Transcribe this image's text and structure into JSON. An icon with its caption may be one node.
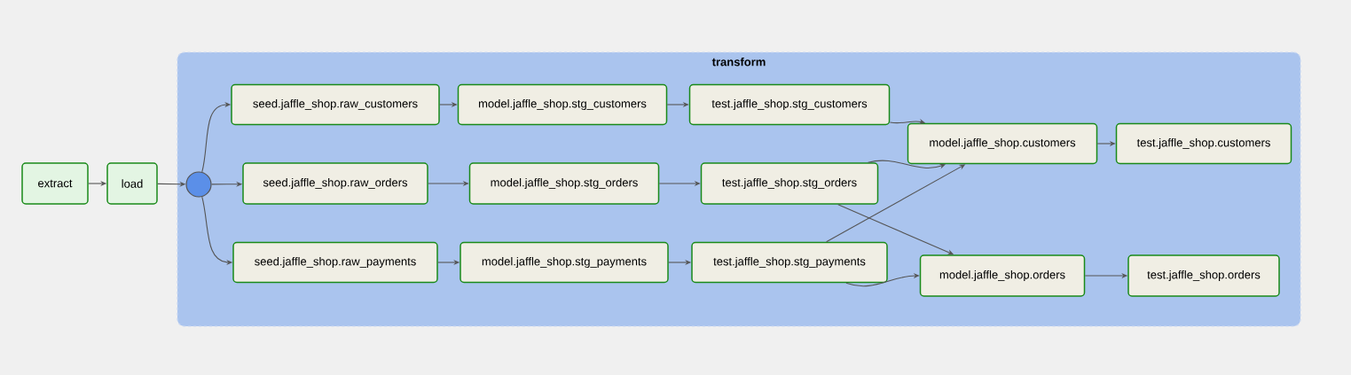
{
  "diagram": {
    "nodes": [
      {
        "text": [
          "extract"
        ]
      },
      {
        "text": [
          "load"
        ]
      },
      {
        "text": [
          "transform"
        ]
      },
      {
        "text": [],
        "shape": "circle",
        "in": 2
      },
      {
        "text": [
          "seed.jaffle_shop.raw_customers"
        ],
        "in": 2
      },
      {
        "text": [
          "model.jaffle_shop.stg_customers"
        ],
        "in": 2
      },
      {
        "text": [
          "test.jaffle_shop.stg_customers"
        ],
        "in": 2
      },
      {
        "text": [
          "model.jaffle_shop.customers"
        ],
        "in": 2
      },
      {
        "text": [
          "test.jaffle_shop.customers"
        ],
        "in": 2
      },
      {
        "text": [
          "seed.jaffle_shop.raw_orders"
        ],
        "in": 2
      },
      {
        "text": [
          "model.jaffle_shop.stg_orders"
        ],
        "in": 2
      },
      {
        "text": [
          "test.jaffle_shop.stg_orders"
        ],
        "in": 2
      },
      {
        "text": [
          "seed.jaffle_shop.raw_payments"
        ],
        "in": 2
      },
      {
        "text": [
          "model.jaffle_shop.stg_payments"
        ],
        "in": 2
      },
      {
        "text": [
          "test.jaffle_shop.stg_payments"
        ],
        "in": 2
      },
      {
        "text": [
          "model.jaffle_shop.orders"
        ],
        "in": 2
      },
      {
        "text": [
          "test.jaffle_shop.orders"
        ],
        "in": 2
      }
    ],
    "edges": [
      {
        "from": 0,
        "to": 1,
        "arrow": "to"
      },
      {
        "from": 1,
        "to": 3,
        "arrow": "to"
      },
      {
        "from": 3,
        "to": 4,
        "arrow": "to"
      },
      {
        "from": 3,
        "to": 9,
        "arrow": "to"
      },
      {
        "from": 3,
        "to": 12,
        "arrow": "to"
      },
      {
        "from": 4,
        "to": 5,
        "arrow": "to"
      },
      {
        "from": 5,
        "to": 6,
        "arrow": "to"
      },
      {
        "from": 6,
        "to": 7,
        "arrow": "to"
      },
      {
        "from": 9,
        "to": 10,
        "arrow": "to"
      },
      {
        "from": 10,
        "to": 11,
        "arrow": "to"
      },
      {
        "from": 11,
        "to": 7,
        "arrow": "to"
      },
      {
        "from": 11,
        "to": 15,
        "arrow": "to"
      },
      {
        "from": 12,
        "to": 13,
        "arrow": "to"
      },
      {
        "from": 13,
        "to": 14,
        "arrow": "to"
      },
      {
        "from": 14,
        "to": 7,
        "arrow": "to"
      },
      {
        "from": 14,
        "to": 15,
        "arrow": "to"
      },
      {
        "from": 7,
        "to": 8,
        "arrow": "to"
      },
      {
        "from": 15,
        "to": 16,
        "arrow": "to"
      }
    ]
  }
}
